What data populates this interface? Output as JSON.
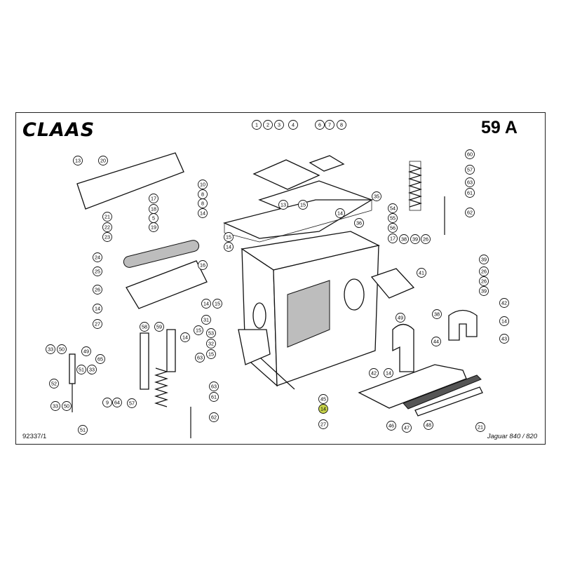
{
  "header": {
    "brand": "CLAAS",
    "page_code": "59 A"
  },
  "footer": {
    "doc_number": "92337/1",
    "model": "Jaguar 840 / 820"
  },
  "callouts": [
    {
      "num": "1"
    },
    {
      "num": "2"
    },
    {
      "num": "3"
    },
    {
      "num": "4"
    },
    {
      "num": "6"
    },
    {
      "num": "7"
    },
    {
      "num": "8"
    },
    {
      "num": "13"
    },
    {
      "num": "20"
    },
    {
      "num": "60"
    },
    {
      "num": "57"
    },
    {
      "num": "63"
    },
    {
      "num": "61"
    },
    {
      "num": "62"
    },
    {
      "num": "10"
    },
    {
      "num": "8"
    },
    {
      "num": "8"
    },
    {
      "num": "14"
    },
    {
      "num": "13"
    },
    {
      "num": "15"
    },
    {
      "num": "35"
    },
    {
      "num": "17"
    },
    {
      "num": "18"
    },
    {
      "num": "5"
    },
    {
      "num": "19"
    },
    {
      "num": "21"
    },
    {
      "num": "22"
    },
    {
      "num": "23"
    },
    {
      "num": "14"
    },
    {
      "num": "15"
    },
    {
      "num": "14"
    },
    {
      "num": "36"
    },
    {
      "num": "54"
    },
    {
      "num": "55"
    },
    {
      "num": "56"
    },
    {
      "num": "17"
    },
    {
      "num": "24"
    },
    {
      "num": "25"
    },
    {
      "num": "16"
    },
    {
      "num": "26"
    },
    {
      "num": "14"
    },
    {
      "num": "15"
    },
    {
      "num": "14"
    },
    {
      "num": "27"
    },
    {
      "num": "38"
    },
    {
      "num": "39"
    },
    {
      "num": "26"
    },
    {
      "num": "39"
    },
    {
      "num": "41"
    },
    {
      "num": "26"
    },
    {
      "num": "26"
    },
    {
      "num": "39"
    },
    {
      "num": "38"
    },
    {
      "num": "42"
    },
    {
      "num": "14"
    },
    {
      "num": "43"
    },
    {
      "num": "31"
    },
    {
      "num": "53"
    },
    {
      "num": "32"
    },
    {
      "num": "15"
    },
    {
      "num": "58"
    },
    {
      "num": "59"
    },
    {
      "num": "15"
    },
    {
      "num": "14"
    },
    {
      "num": "63"
    },
    {
      "num": "65"
    },
    {
      "num": "57"
    },
    {
      "num": "9"
    },
    {
      "num": "64"
    },
    {
      "num": "63"
    },
    {
      "num": "61"
    },
    {
      "num": "62"
    },
    {
      "num": "33"
    },
    {
      "num": "50"
    },
    {
      "num": "49"
    },
    {
      "num": "51"
    },
    {
      "num": "33"
    },
    {
      "num": "52"
    },
    {
      "num": "33"
    },
    {
      "num": "50"
    },
    {
      "num": "51"
    },
    {
      "num": "49"
    },
    {
      "num": "42"
    },
    {
      "num": "14"
    },
    {
      "num": "44"
    },
    {
      "num": "45"
    },
    {
      "num": "14"
    },
    {
      "num": "27"
    },
    {
      "num": "46"
    },
    {
      "num": "47"
    },
    {
      "num": "48"
    },
    {
      "num": "21"
    }
  ]
}
